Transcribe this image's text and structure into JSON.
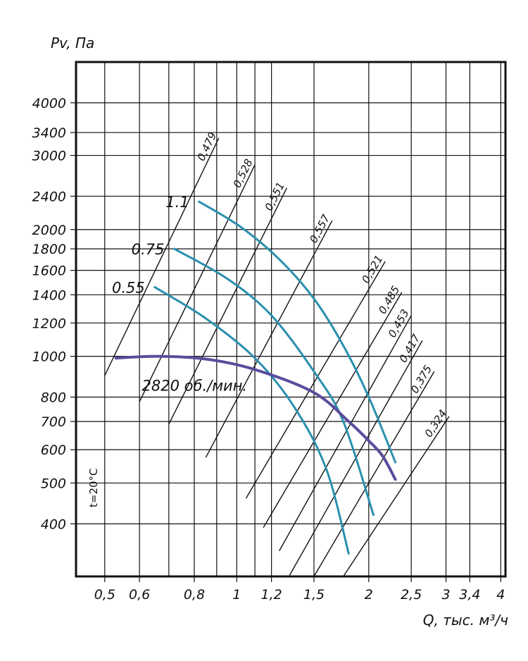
{
  "chart_data": {
    "type": "line",
    "title": "",
    "xlabel": "Q, тыс. м³/ч",
    "ylabel": "Pv, Па",
    "x_scale": "log",
    "y_scale": "log",
    "xlim": [
      0.43,
      4.1
    ],
    "ylim": [
      300,
      5000
    ],
    "x_grid": [
      0.5,
      0.6,
      0.7,
      0.8,
      0.9,
      1,
      1.1,
      1.2,
      1.5,
      2,
      2.5,
      3,
      3.4,
      4
    ],
    "y_grid": [
      400,
      500,
      600,
      700,
      800,
      1000,
      1200,
      1400,
      1600,
      1800,
      2000,
      2400,
      3000,
      3400,
      4000
    ],
    "x_ticks": [
      {
        "value": 0.5,
        "label": "0,5"
      },
      {
        "value": 0.6,
        "label": "0,6"
      },
      {
        "value": 0.8,
        "label": "0,8"
      },
      {
        "value": 1,
        "label": "1"
      },
      {
        "value": 1.2,
        "label": "1,2"
      },
      {
        "value": 1.5,
        "label": "1,5"
      },
      {
        "value": 2,
        "label": "2"
      },
      {
        "value": 2.5,
        "label": "2,5"
      },
      {
        "value": 3,
        "label": "3"
      },
      {
        "value": 3.4,
        "label": "3,4"
      },
      {
        "value": 4,
        "label": "4"
      }
    ],
    "y_ticks": [
      {
        "value": 400,
        "label": "400"
      },
      {
        "value": 500,
        "label": "500"
      },
      {
        "value": 600,
        "label": "600"
      },
      {
        "value": 700,
        "label": "700"
      },
      {
        "value": 800,
        "label": "800"
      },
      {
        "value": 1000,
        "label": "1000"
      },
      {
        "value": 1200,
        "label": "1200"
      },
      {
        "value": 1400,
        "label": "1400"
      },
      {
        "value": 1600,
        "label": "1600"
      },
      {
        "value": 1800,
        "label": "1800"
      },
      {
        "value": 2000,
        "label": "2000"
      },
      {
        "value": 2400,
        "label": "2400"
      },
      {
        "value": 3000,
        "label": "3000"
      },
      {
        "value": 3400,
        "label": "3400"
      },
      {
        "value": 4000,
        "label": "4000"
      }
    ],
    "series": [
      {
        "name": "1.1",
        "color": "#2a8fae",
        "points": [
          [
            0.82,
            2330
          ],
          [
            1.02,
            2030
          ],
          [
            1.25,
            1700
          ],
          [
            1.5,
            1370
          ],
          [
            1.75,
            1060
          ],
          [
            2.0,
            800
          ],
          [
            2.3,
            560
          ]
        ]
      },
      {
        "name": "0.75",
        "color": "#2a8fae",
        "points": [
          [
            0.72,
            1800
          ],
          [
            0.95,
            1530
          ],
          [
            1.2,
            1250
          ],
          [
            1.5,
            920
          ],
          [
            1.75,
            700
          ],
          [
            2.05,
            420
          ]
        ]
      },
      {
        "name": "0.55",
        "color": "#2a8fae",
        "points": [
          [
            0.65,
            1460
          ],
          [
            0.85,
            1230
          ],
          [
            1.1,
            990
          ],
          [
            1.35,
            760
          ],
          [
            1.6,
            540
          ],
          [
            1.8,
            340
          ]
        ]
      },
      {
        "name": "2820 об./мин.",
        "color": "#5b4d9c",
        "points": [
          [
            0.53,
            990
          ],
          [
            0.66,
            1000
          ],
          [
            0.85,
            985
          ],
          [
            1.1,
            930
          ],
          [
            1.5,
            820
          ],
          [
            1.8,
            700
          ],
          [
            2.0,
            630
          ],
          [
            2.15,
            580
          ],
          [
            2.3,
            510
          ]
        ]
      }
    ],
    "efficiency_lines": [
      {
        "label": "0,479",
        "from": [
          0.5,
          900
        ],
        "to": [
          0.91,
          3300
        ]
      },
      {
        "label": "0,528",
        "from": [
          0.6,
          780
        ],
        "to": [
          1.1,
          2850
        ]
      },
      {
        "label": "0,551",
        "from": [
          0.7,
          690
        ],
        "to": [
          1.3,
          2510
        ]
      },
      {
        "label": "0,557",
        "from": [
          0.85,
          575
        ],
        "to": [
          1.65,
          2100
        ]
      },
      {
        "label": "0,521",
        "from": [
          1.05,
          460
        ],
        "to": [
          2.18,
          1680
        ]
      },
      {
        "label": "0,485",
        "from": [
          1.15,
          392
        ],
        "to": [
          2.38,
          1420
        ]
      },
      {
        "label": "0,453",
        "from": [
          1.25,
          345
        ],
        "to": [
          2.5,
          1250
        ]
      },
      {
        "label": "0,417",
        "from": [
          1.32,
          302
        ],
        "to": [
          2.65,
          1090
        ]
      },
      {
        "label": "0,375",
        "from": [
          1.5,
          300
        ],
        "to": [
          2.82,
          920
        ]
      },
      {
        "label": "0,324",
        "from": [
          1.75,
          300
        ],
        "to": [
          3.05,
          720
        ]
      }
    ],
    "annotations": {
      "temperature": "t=20°C"
    }
  }
}
